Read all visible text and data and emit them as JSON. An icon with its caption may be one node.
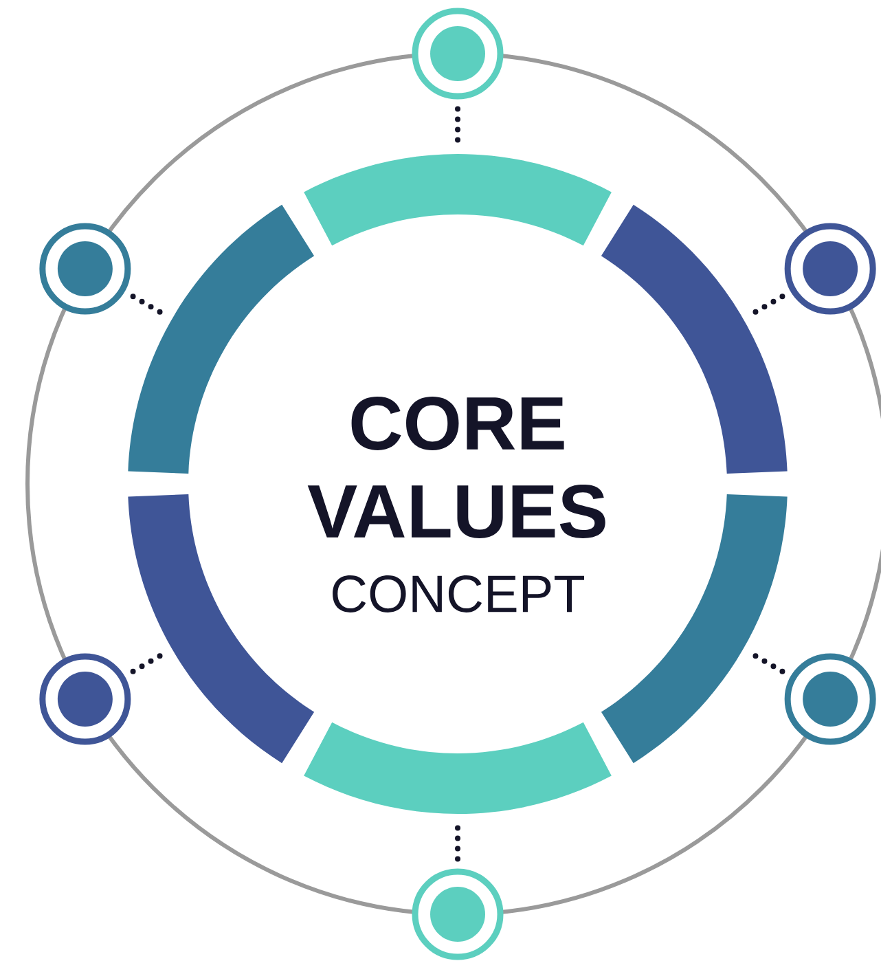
{
  "diagram": {
    "title": "CORE VALUES",
    "nodes": [
      {
        "text": [],
        "shape": "circle"
      },
      {
        "text": [],
        "shape": "circle"
      },
      {
        "text": [],
        "shape": "circle"
      },
      {
        "text": [],
        "shape": "circle"
      },
      {
        "text": [],
        "shape": "circle"
      },
      {
        "text": [],
        "shape": "circle"
      },
      {
        "text": [],
        "shape": "arc"
      },
      {
        "text": [],
        "shape": "arc"
      },
      {
        "text": [],
        "shape": "arc"
      },
      {
        "text": [],
        "shape": "arc"
      },
      {
        "text": [],
        "shape": "arc"
      },
      {
        "text": [],
        "shape": "arc"
      }
    ],
    "edges": [
      {
        "from": 0,
        "to": 6,
        "arrow": "none",
        "style": "dashed"
      },
      {
        "from": 1,
        "to": 7,
        "arrow": "none",
        "style": "dashed"
      },
      {
        "from": 2,
        "to": 8,
        "arrow": "none",
        "style": "dashed"
      },
      {
        "from": 3,
        "to": 9,
        "arrow": "none",
        "style": "dashed"
      },
      {
        "from": 4,
        "to": 10,
        "arrow": "none",
        "style": "dashed"
      },
      {
        "from": 5,
        "to": 11,
        "arrow": "none",
        "style": "dashed"
      }
    ],
    "labels": [
      "CONCEPT"
    ]
  }
}
